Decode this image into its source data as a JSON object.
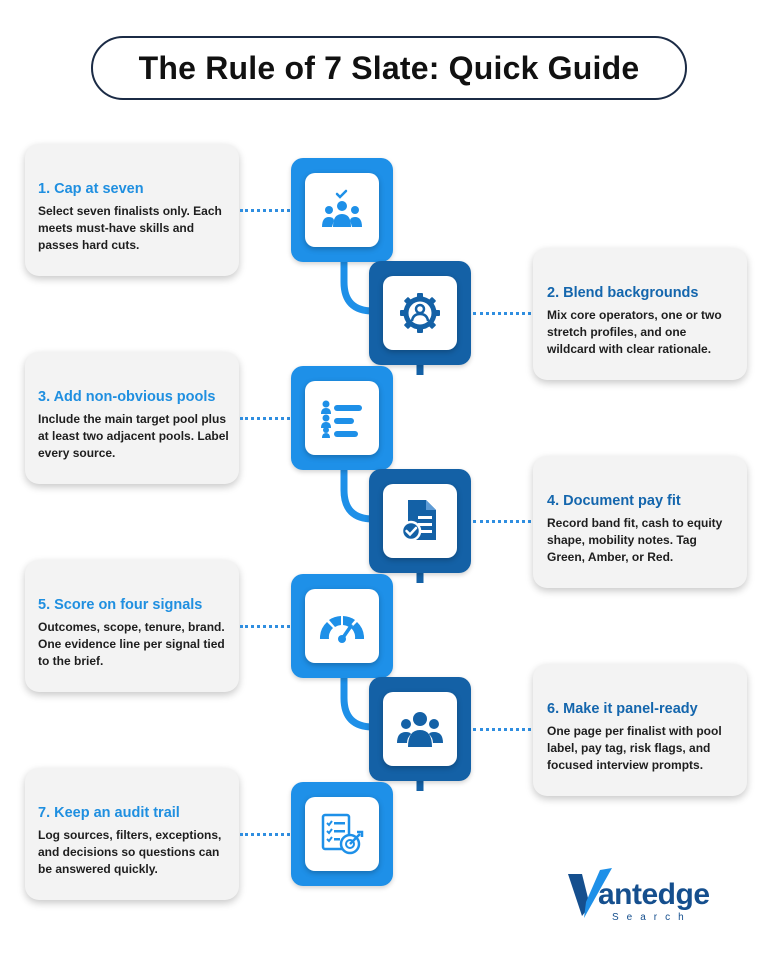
{
  "title": "The Rule of 7 Slate: Quick Guide",
  "steps": [
    {
      "heading": "1. Cap at seven",
      "text": "Select seven finalists only. Each meets must-have skills and passes hard cuts.",
      "icon": "team-check-icon"
    },
    {
      "heading": "2. Blend backgrounds",
      "text": "Mix core operators, one or two stretch profiles, and one wildcard with clear rationale.",
      "icon": "gear-person-icon"
    },
    {
      "heading": "3. Add non-obvious pools",
      "text": "Include the main target pool plus at least two adjacent pools. Label every source.",
      "icon": "list-people-icon"
    },
    {
      "heading": "4. Document pay fit",
      "text": "Record band fit, cash to equity shape, mobility notes. Tag Green, Amber, or Red.",
      "icon": "document-check-icon"
    },
    {
      "heading": "5. Score on four signals",
      "text": "Outcomes, scope, tenure, brand. One evidence line per signal tied to the brief.",
      "icon": "gauge-icon"
    },
    {
      "heading": "6. Make it panel-ready",
      "text": "One page per finalist with pool label, pay tag, risk flags, and focused interview prompts.",
      "icon": "group-icon"
    },
    {
      "heading": "7. Keep an audit trail",
      "text": "Log sources, filters, exceptions, and decisions so questions can be answered quickly.",
      "icon": "checklist-target-icon"
    }
  ],
  "logo": {
    "word": "antedge",
    "sub": "Search"
  },
  "colors": {
    "light_blue": "#1e90e8",
    "dark_blue": "#1461a6",
    "heading_blue": "#1f8fe0",
    "navy": "#154f8e"
  }
}
